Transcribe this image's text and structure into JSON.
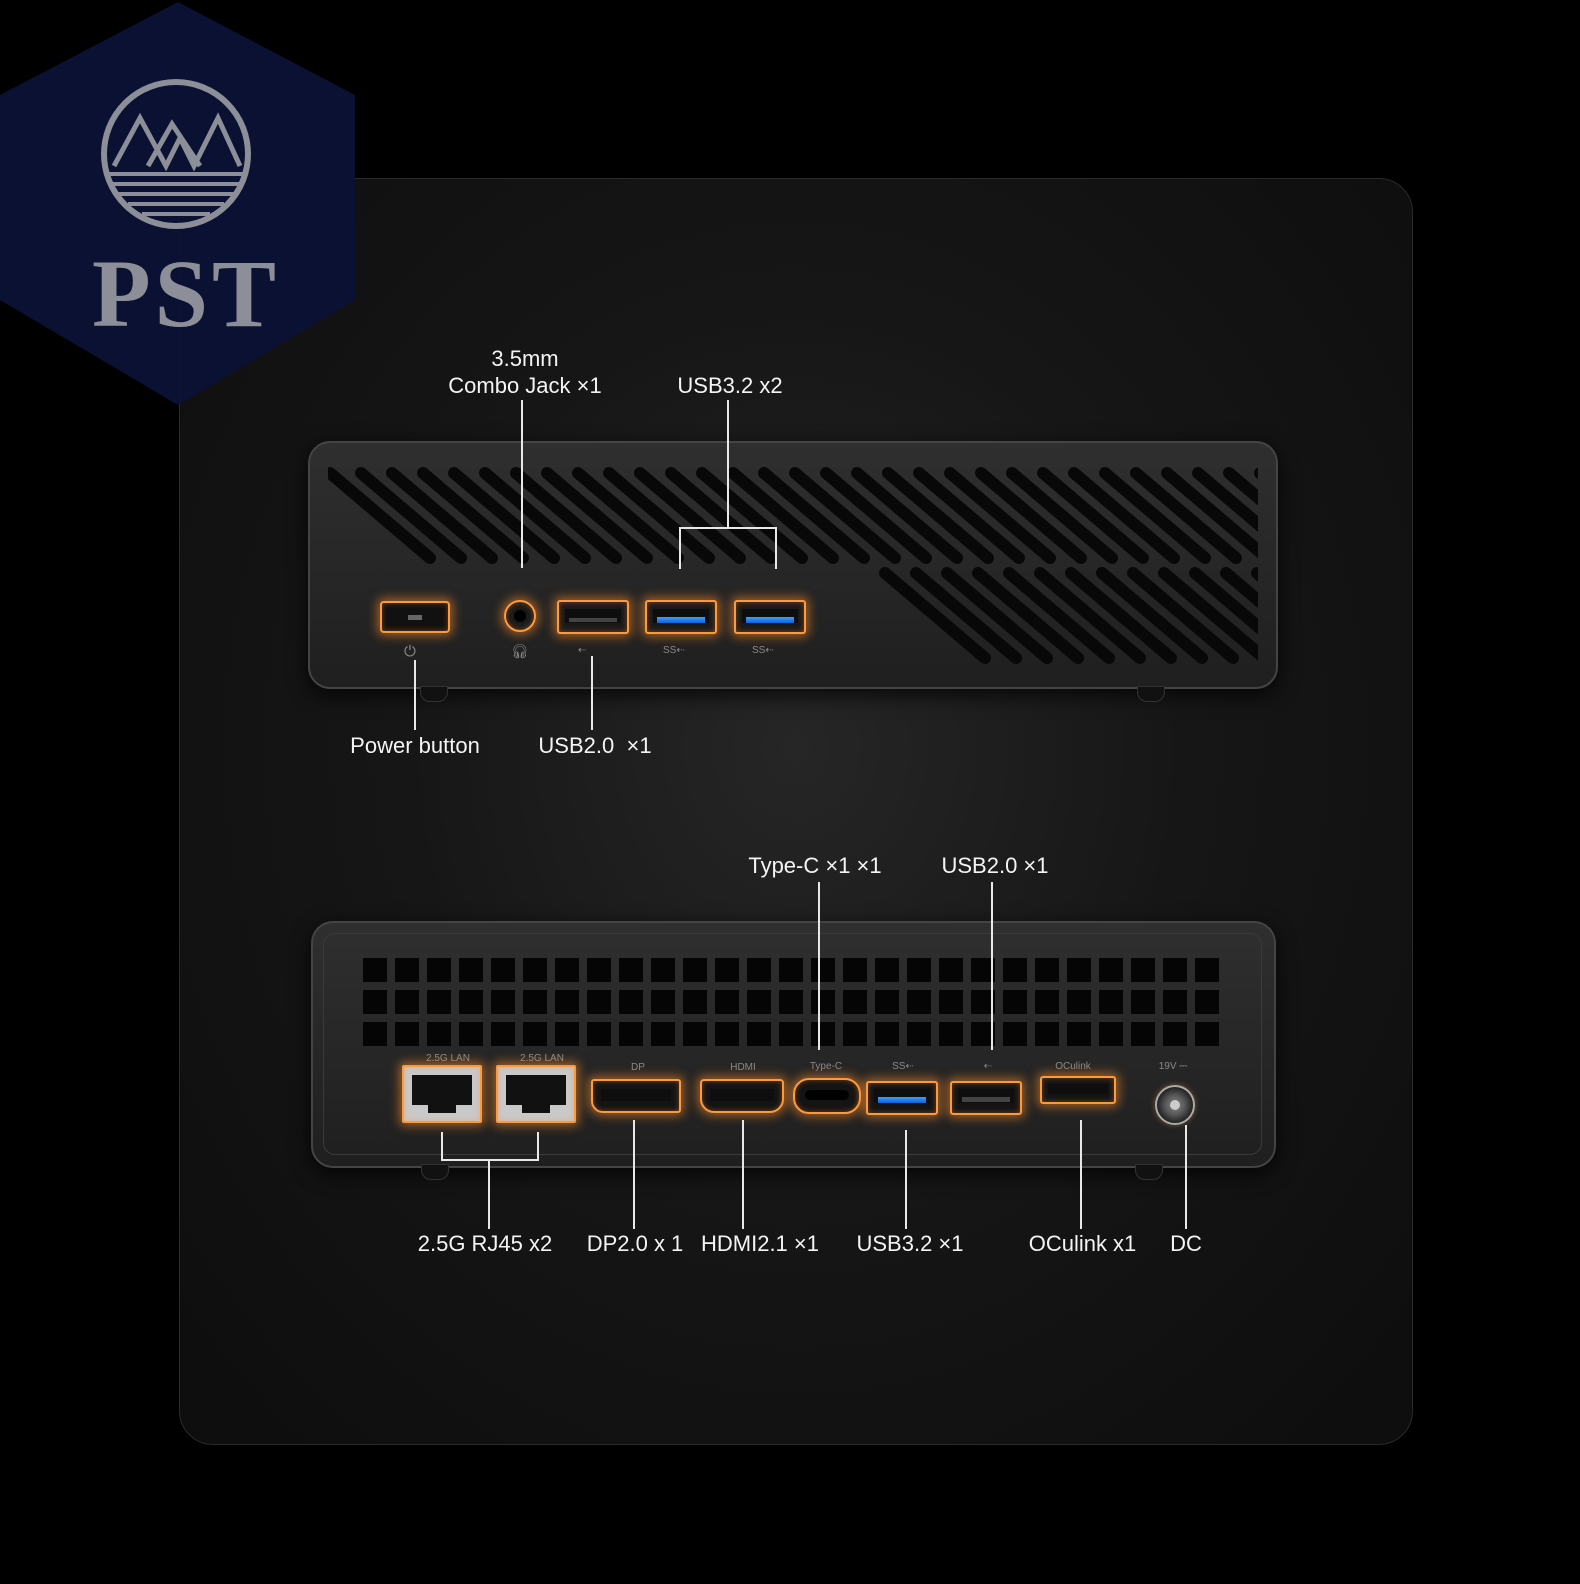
{
  "watermark": {
    "text": "PST",
    "icon": "mountain-sea-logo-icon"
  },
  "front_panel": {
    "labels": {
      "combo_jack": "3.5mm\nCombo Jack ×1",
      "usb32_top": "USB3.2 x2",
      "power": "Power button",
      "usb20_front": "USB2.0  ×1"
    }
  },
  "rear_panel": {
    "labels": {
      "typec": "Type-C ×1 ×1",
      "usb20_rear": "USB2.0 ×1",
      "rj45": "2.5G RJ45 x2",
      "dp": "DP2.0 x 1",
      "hdmi": "HDMI2.1 ×1",
      "usb32_rear": "USB3.2 ×1",
      "oculink": "OCulink x1",
      "dc": "DC"
    },
    "port_marks": {
      "lan1": "2.5G LAN",
      "lan2": "2.5G LAN",
      "dp": "DP",
      "hdmi": "HDMI",
      "typec": "Type-C",
      "usb3": "SS⇠",
      "usb2": "⇠",
      "oculink": "OCulink",
      "dc": "19V ⎓"
    }
  },
  "colors": {
    "highlight": "#ff9a3c",
    "usb3_blue": "#2f86f0",
    "background": "#000000"
  }
}
